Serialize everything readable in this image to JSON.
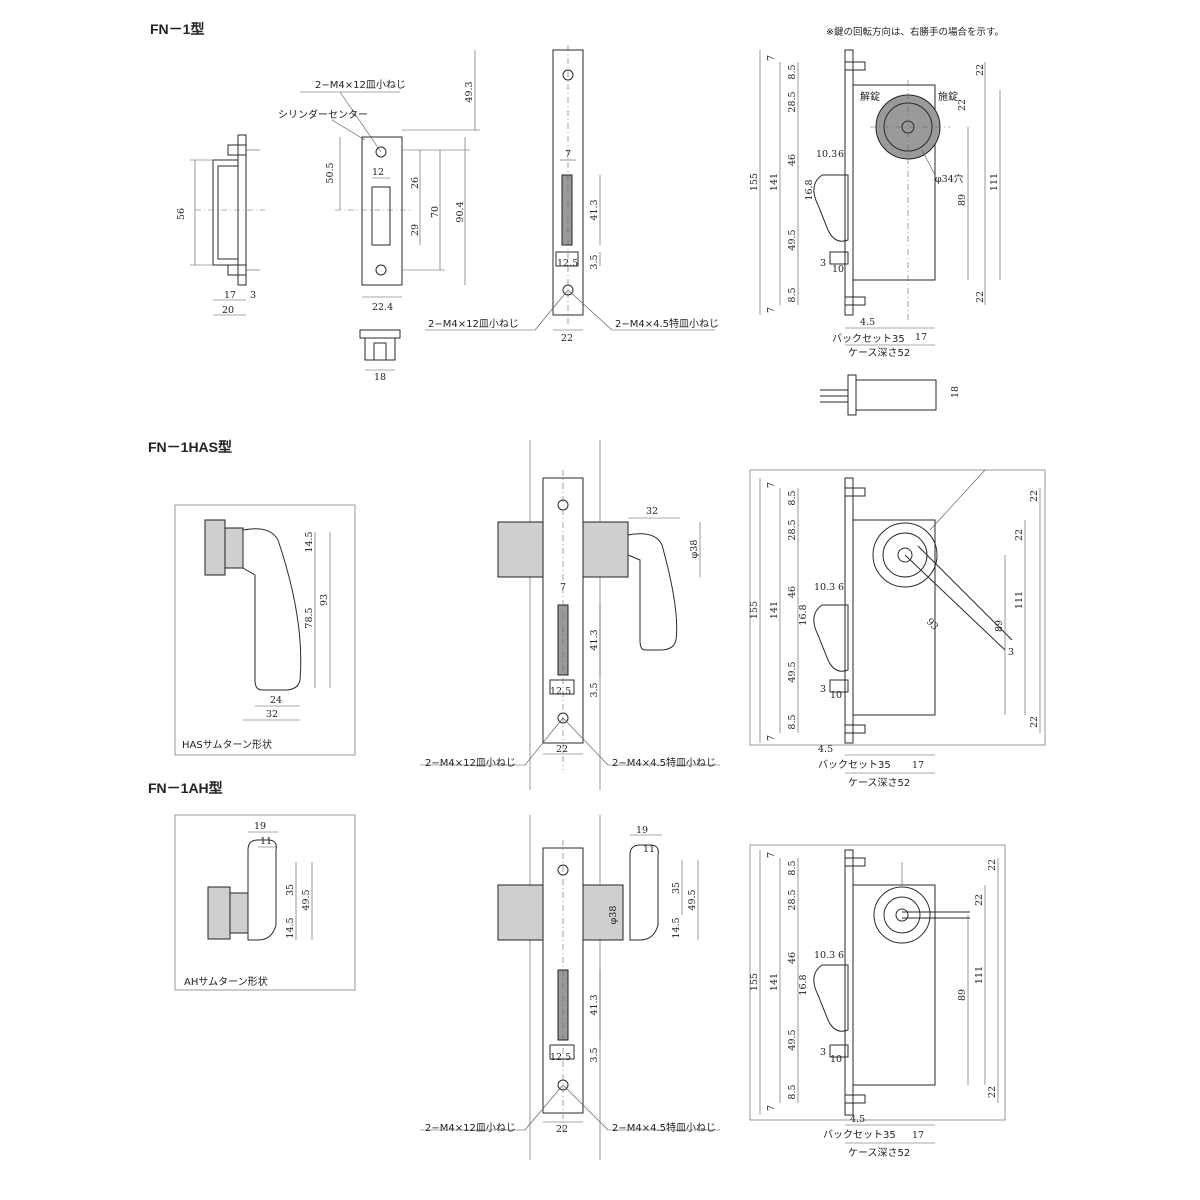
{
  "titles": {
    "fn1": "FN－1型",
    "fn1has": "FN－1HAS型",
    "fn1ah": "FN－1AH型"
  },
  "note": "※鍵の回転方向は、右勝手の場合を示す。",
  "labels": {
    "screw_top": "2−M4×12皿小ねじ",
    "cyl_center": "シリンダーセンター",
    "screw_m4_12": "2−M4×12皿小ねじ",
    "screw_m4_45": "2−M4×4.5特皿小ねじ",
    "backset": "バックセット35",
    "case_depth": "ケース深さ52",
    "unlock": "解錠",
    "lock": "施錠",
    "hole34": "φ34穴",
    "phi38": "φ38",
    "has_shape": "HASサムターン形状",
    "ah_shape": "AHサムターン形状"
  },
  "dims": {
    "d56": "56",
    "d17": "17",
    "d3": "3",
    "d20": "20",
    "d49_3": "49.3",
    "d50_5": "50.5",
    "d12": "12",
    "d26": "26",
    "d70": "70",
    "d90_4": "90.4",
    "d29": "29",
    "d22_4": "22.4",
    "d18": "18",
    "d7": "7",
    "d41_3": "41.3",
    "d12_5": "12.5",
    "d3_5": "3.5",
    "d22": "22",
    "d8_5": "8.5",
    "d28_5": "28.5",
    "d155": "155",
    "d141": "141",
    "d46": "46",
    "d10_3": "10.3",
    "d6": "6",
    "d16_8": "16.8",
    "d49_5": "49.5",
    "d10": "10",
    "d4_5": "4.5",
    "d111": "111",
    "d89": "89",
    "d14_5": "14.5",
    "d78_5": "78.5",
    "d93": "93",
    "d24": "24",
    "d32": "32",
    "d35": "35",
    "d19": "19",
    "d11": "11"
  }
}
